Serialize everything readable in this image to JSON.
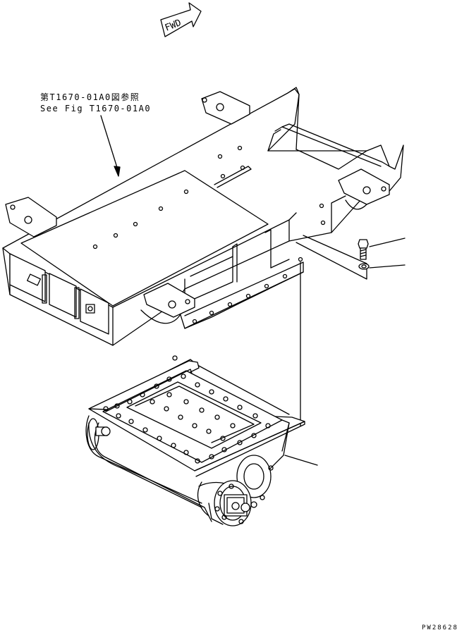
{
  "arrow": {
    "label": "FWD"
  },
  "callout": {
    "line1": "第T1670-01A0図参照",
    "line2": "See Fig T1670-01A0"
  },
  "drawing_number": "PW28628",
  "icons": [
    "fwd-arrow-icon"
  ]
}
